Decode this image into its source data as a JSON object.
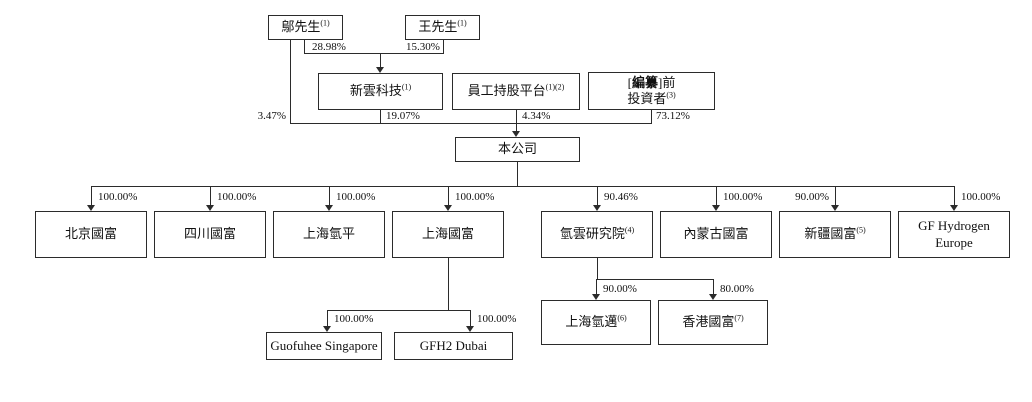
{
  "diagram": {
    "nodes": {
      "wu": {
        "label": "鄔先生",
        "sup": "(1)"
      },
      "wang": {
        "label": "王先生",
        "sup": "(1)"
      },
      "xinyun": {
        "label": "新雲科技",
        "sup": "(1)"
      },
      "esop": {
        "label": "員工持股平台",
        "sup": "(1)(2)"
      },
      "preinv": {
        "line1_open": "[",
        "line1_bold": "編纂",
        "line1_close": "]前",
        "line2": "投資者",
        "sup": "(3)"
      },
      "company": {
        "label": "本公司"
      },
      "beijing": {
        "label": "北京國富"
      },
      "sichuan": {
        "label": "四川國富"
      },
      "shanghai_qingping": {
        "label": "上海氫平"
      },
      "shanghai_guofu": {
        "label": "上海國富"
      },
      "qingyun": {
        "label": "氫雲研究院",
        "sup": "(4)"
      },
      "neimenggu": {
        "label": "內蒙古國富"
      },
      "xinjiang": {
        "label": "新疆國富",
        "sup": "(5)"
      },
      "gf_europe": {
        "label": "GF Hydrogen Europe"
      },
      "singapore": {
        "label": "Guofuhee Singapore"
      },
      "dubai": {
        "label": "GFH2 Dubai"
      },
      "qingmai": {
        "label": "上海氫邁",
        "sup": "(6)"
      },
      "hk_guofu": {
        "label": "香港國富",
        "sup": "(7)"
      }
    },
    "ownership": {
      "wu_company": "3.47%",
      "wu_xinyun": "28.98%",
      "wang_xinyun": "15.30%",
      "xinyun_company": "19.07%",
      "esop_company": "4.34%",
      "preinv_company": "73.12%",
      "company_beijing": "100.00%",
      "company_sichuan": "100.00%",
      "company_shanghai_qingping": "100.00%",
      "company_shanghai_guofu": "100.00%",
      "company_qingyun": "90.46%",
      "company_neimenggu": "100.00%",
      "company_xinjiang": "90.00%",
      "company_gf_europe": "100.00%",
      "shanghai_guofu_singapore": "100.00%",
      "shanghai_guofu_dubai": "100.00%",
      "qingyun_qingmai": "90.00%",
      "qingyun_hk_guofu": "80.00%"
    }
  }
}
